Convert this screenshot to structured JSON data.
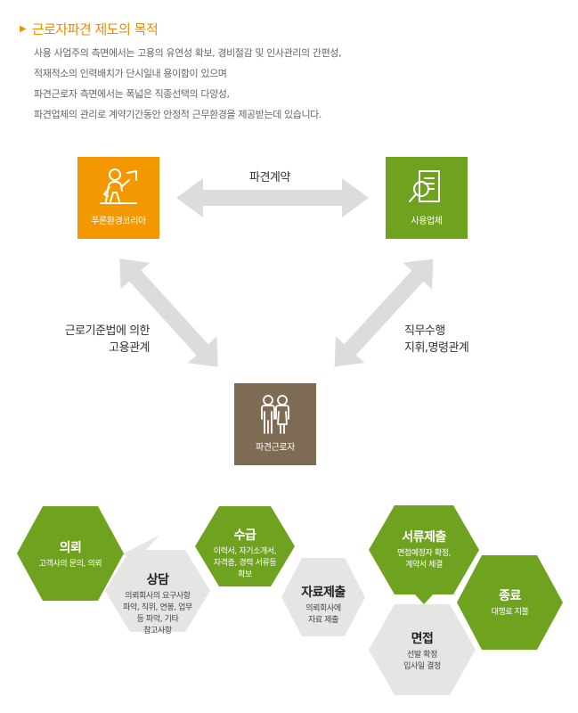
{
  "title": {
    "marker": "▶",
    "text": "근로자파견 제도의 목적"
  },
  "intro": [
    "사용 사업주의 측면에서는 고용의 유연성 확보, 경비절감 및 인사관리의 간편성,",
    "적재적소의 인력배치가 단시일내 용이함이 있으며",
    "파견근로자 측면에서는 폭넓은 직종선택의 다양성,",
    "파견업체의 관리로 계약기간동안 안정적 근무환경을 제공받는데 있습니다."
  ],
  "diagram": {
    "left_box": {
      "label": "푸른환경코리아",
      "icon": "presenter-icon",
      "color": "#f39800"
    },
    "right_box": {
      "label": "사용업체",
      "icon": "document-search-icon",
      "color": "#6ea21f"
    },
    "bottom_box": {
      "label": "파견근로자",
      "icon": "workers-icon",
      "color": "#7d6b54"
    },
    "top_relation": "파견계약",
    "left_relation": [
      "근로기준법에 의한",
      "고용관계"
    ],
    "right_relation": [
      "직무수행",
      "지휘,명령관계"
    ]
  },
  "process": [
    {
      "title": "의뢰",
      "desc": [
        "고객사의 문의, 의뢰"
      ],
      "style": "green"
    },
    {
      "title": "상담",
      "desc": [
        "의뢰회사의 요구사항",
        "파악, 직위, 연봉, 업무",
        "등 파악, 기타",
        "참고사항"
      ],
      "style": "gray"
    },
    {
      "title": "수급",
      "desc": [
        "이력서, 자기소개서,",
        "자격증, 경력 서류등",
        "확보"
      ],
      "style": "green"
    },
    {
      "title": "자료제출",
      "desc": [
        "의뢰회사에",
        "자료 제출"
      ],
      "style": "gray"
    },
    {
      "title": "서류제출",
      "desc": [
        "면접예정자 확정,",
        "계약서 체결"
      ],
      "style": "green"
    },
    {
      "title": "면접",
      "desc": [
        "선발 확정",
        "입사일 결정"
      ],
      "style": "gray"
    },
    {
      "title": "종료",
      "desc": [
        "대행료 지불"
      ],
      "style": "green"
    }
  ],
  "colors": {
    "accent": "#ef8a00",
    "green": "#6ea21f",
    "gray_hex": "#e5e5e3",
    "arrow": "#dcdcdc"
  }
}
